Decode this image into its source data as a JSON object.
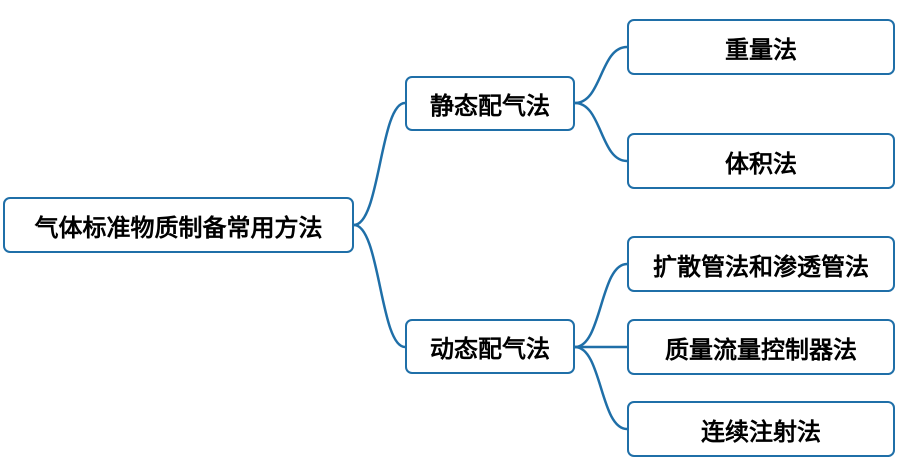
{
  "diagram": {
    "root": {
      "label": "气体标准物质制备常用方法"
    },
    "branches": [
      {
        "label": "静态配气法",
        "children": [
          {
            "label": "重量法"
          },
          {
            "label": "体积法"
          }
        ]
      },
      {
        "label": "动态配气法",
        "children": [
          {
            "label": "扩散管法和渗透管法"
          },
          {
            "label": "质量流量控制器法"
          },
          {
            "label": "连续注射法"
          }
        ]
      }
    ]
  },
  "colors": {
    "border": "#1f6fa8",
    "connector": "#1f6fa8",
    "text": "#000000",
    "background": "#ffffff"
  }
}
